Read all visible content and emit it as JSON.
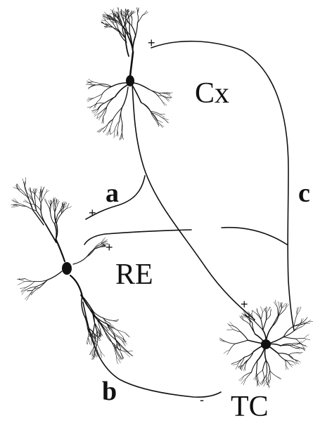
{
  "regions": {
    "cortex": "Cx",
    "reticular": "RE",
    "thalamocortical": "TC"
  },
  "pathways": {
    "a": "a",
    "b": "b",
    "c": "c"
  },
  "synapse_signs": {
    "cx_terminal": "+",
    "re_terminal_upper": "+",
    "re_terminal_lower": "+",
    "tc_terminal": "+",
    "b_terminal": "-"
  }
}
